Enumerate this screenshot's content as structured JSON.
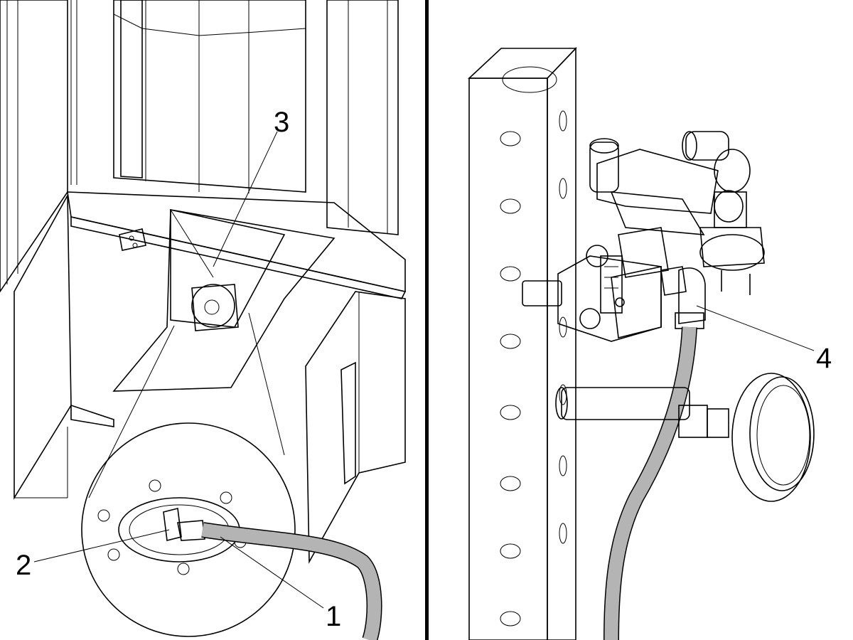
{
  "callouts": {
    "c1": "1",
    "c2": "2",
    "c3": "3",
    "c4": "4"
  },
  "colors": {
    "column": "#8f8f8f",
    "hose": "#b4b4b4",
    "valve_body": "#7a7a7a",
    "divider": "#000000"
  }
}
